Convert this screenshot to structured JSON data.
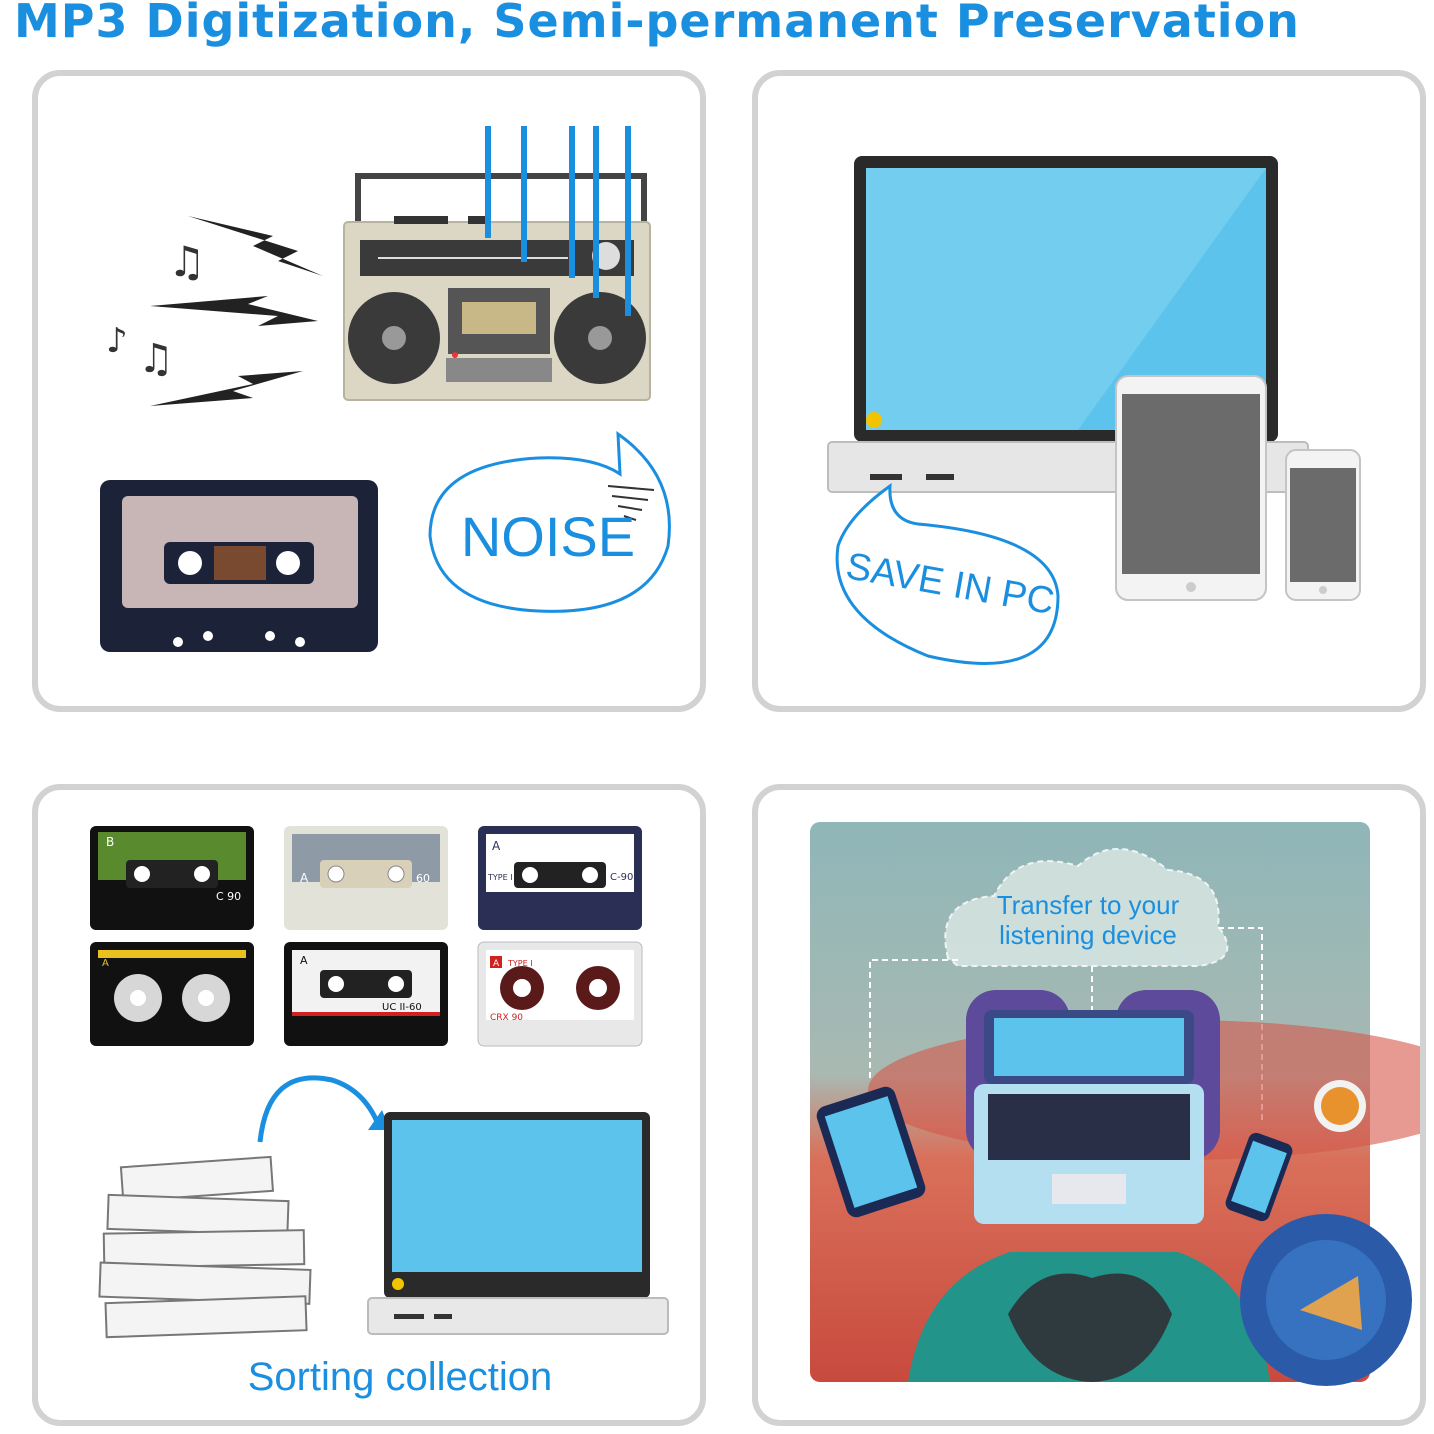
{
  "header": {
    "title": "MP3 Digitization, Semi-permanent Preservation"
  },
  "panels": {
    "noise": {
      "label": "NOISE"
    },
    "save": {
      "label": "SAVE IN PC"
    },
    "sorting": {
      "label": "Sorting collection",
      "cassettes": [
        {
          "tag": "B",
          "side_label": "C 90"
        },
        {
          "tag": "A",
          "side_label": "60"
        },
        {
          "tag": "A",
          "type": "TYPE I",
          "side_label": "C-90"
        },
        {
          "tag": "A",
          "side_label": ""
        },
        {
          "tag": "A",
          "side_label": "UC II-60"
        },
        {
          "tag": "A",
          "type": "TYPE I",
          "side_label": "CRX 90"
        }
      ]
    },
    "transfer": {
      "line1": "Transfer to your",
      "line2": "listening device"
    }
  },
  "colors": {
    "accent": "#1a8fe0",
    "screen": "#5cc4ec",
    "panel_border": "#d2d2d2"
  }
}
